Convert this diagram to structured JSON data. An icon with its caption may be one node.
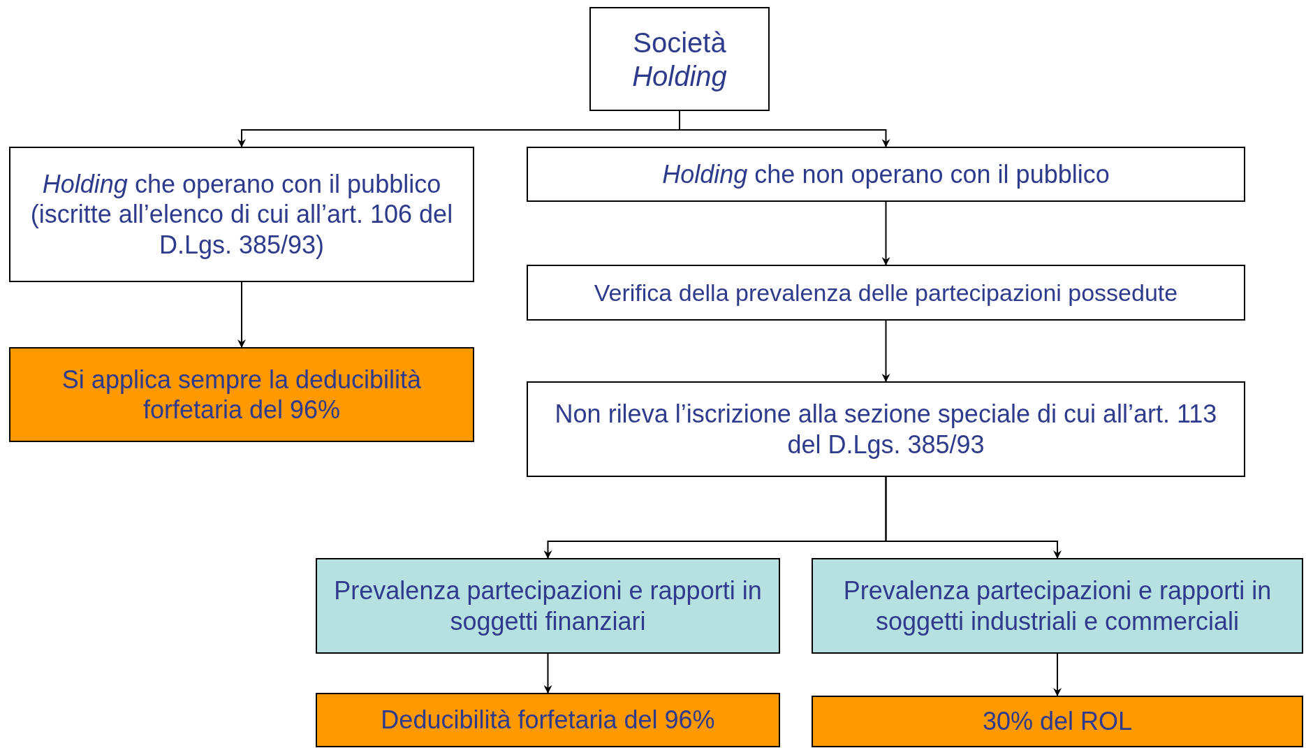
{
  "diagram": {
    "nodes": [
      {
        "text": [
          "Società *Holding*"
        ]
      },
      {
        "text": [
          "*Holding* che operano con il pubblico (iscritte all’elenco di cui all’art. 106 del D.Lgs. 385/93)"
        ]
      },
      {
        "text": [
          "*Holding* che non operano con il pubblico"
        ]
      },
      {
        "text": [
          "Verifica della prevalenza delle partecipazioni possedute"
        ]
      },
      {
        "text": [
          "Non rileva l’iscrizione alla sezione speciale di cui all’art. 113 del D.Lgs. 385/93"
        ]
      },
      {
        "text": [
          "Si applica sempre la deducibilità forfetaria del 96%"
        ]
      },
      {
        "text": [
          "Prevalenza partecipazioni e rapporti in soggetti finanziari"
        ]
      },
      {
        "text": [
          "Prevalenza partecipazioni e rapporti in soggetti industriali e commerciali"
        ]
      },
      {
        "text": [
          "Deducibilità forfetaria del 96%"
        ]
      },
      {
        "text": [
          "30% del ROL"
        ]
      }
    ],
    "edges": [
      {
        "from": 0,
        "to": 1,
        "arrow": "to"
      },
      {
        "from": 0,
        "to": 2,
        "arrow": "to"
      },
      {
        "from": 1,
        "to": 5,
        "arrow": "to"
      },
      {
        "from": 2,
        "to": 3,
        "arrow": "to"
      },
      {
        "from": 3,
        "to": 4,
        "arrow": "to"
      },
      {
        "from": 4,
        "to": 6,
        "arrow": "to"
      },
      {
        "from": 4,
        "to": 7,
        "arrow": "to"
      },
      {
        "from": 6,
        "to": 8,
        "arrow": "to"
      },
      {
        "from": 7,
        "to": 9,
        "arrow": "to"
      }
    ]
  }
}
